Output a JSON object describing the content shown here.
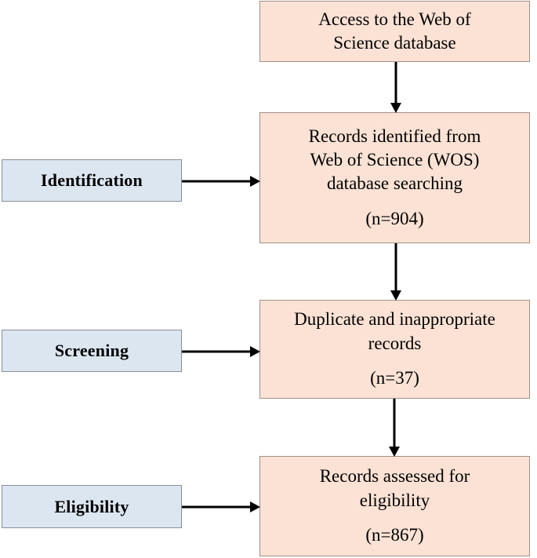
{
  "diagram": {
    "type": "prisma-flow-diagram",
    "colors": {
      "process_box_fill": "#fbe2d5",
      "process_box_border": "#9e9287",
      "stage_box_fill": "#dce6f1",
      "stage_box_border": "#8a8f96",
      "arrow": "#000000",
      "background": "#ffffff"
    },
    "process_nodes": [
      {
        "id": "access",
        "lines": [
          "Access to the Web of",
          "Science database"
        ],
        "count": ""
      },
      {
        "id": "records",
        "lines": [
          "Records identified from",
          "Web of Science (WOS)",
          "database searching"
        ],
        "count": "(n=904)"
      },
      {
        "id": "duplicate",
        "lines": [
          "Duplicate and inappropriate",
          "records"
        ],
        "count": "(n=37)"
      },
      {
        "id": "assessed",
        "lines": [
          "Records assessed for",
          "eligibility"
        ],
        "count": "(n=867)"
      }
    ],
    "stage_nodes": [
      {
        "id": "identification",
        "label": "Identification"
      },
      {
        "id": "screening",
        "label": "Screening"
      },
      {
        "id": "eligibility",
        "label": "Eligibility"
      }
    ],
    "arrows": [
      {
        "id": "access-to-records",
        "direction": "down"
      },
      {
        "id": "records-to-duplicate",
        "direction": "down"
      },
      {
        "id": "duplicate-to-assessed",
        "direction": "down"
      },
      {
        "id": "identification-to-records",
        "direction": "right"
      },
      {
        "id": "screening-to-duplicate",
        "direction": "right"
      },
      {
        "id": "eligibility-to-assessed",
        "direction": "right"
      }
    ]
  }
}
